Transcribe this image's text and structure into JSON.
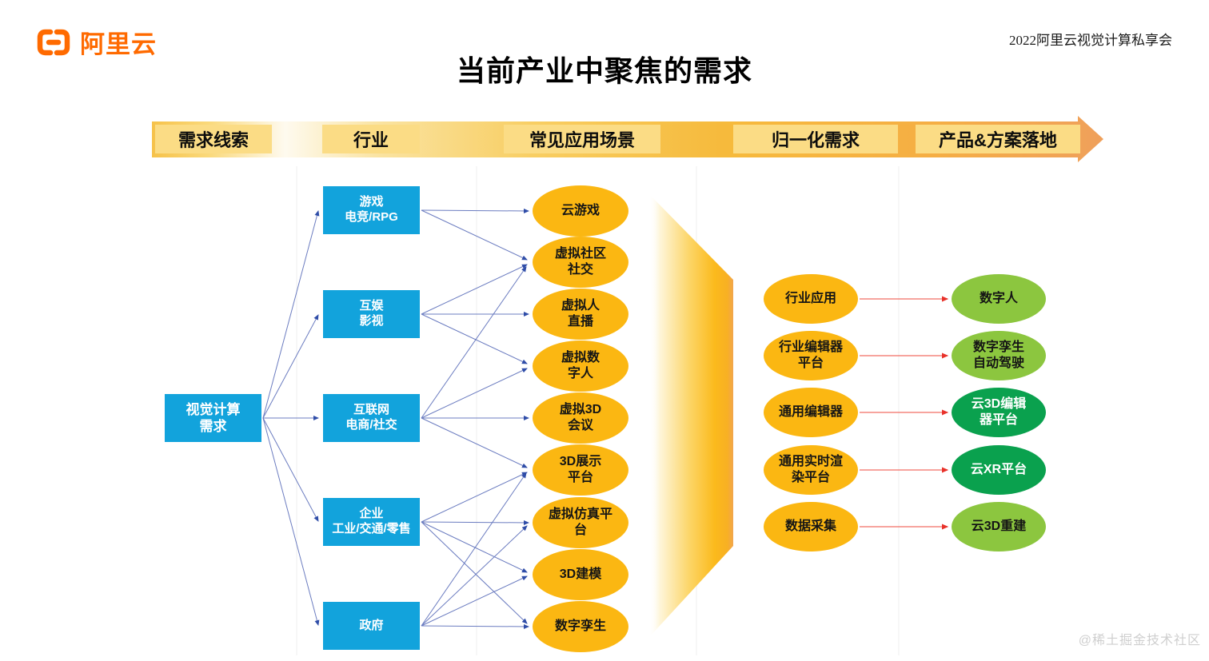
{
  "logo": {
    "brand": "阿里云",
    "icon": "aliyun-bracket-icon"
  },
  "header": {
    "event": "2022阿里云视觉计算私享会",
    "title": "当前产业中聚焦的需求"
  },
  "pipeline": {
    "labels": [
      "需求线索",
      "行业",
      "常见应用场景",
      "归一化需求",
      "产品&方案落地"
    ]
  },
  "root": {
    "label": "视觉计算\n需求"
  },
  "industries": [
    {
      "label": "游戏\n电竞/RPG"
    },
    {
      "label": "互娱\n影视"
    },
    {
      "label": "互联网\n电商/社交"
    },
    {
      "label": "企业\n工业/交通/零售"
    },
    {
      "label": "政府"
    }
  ],
  "applications": [
    {
      "label": "云游戏"
    },
    {
      "label": "虚拟社区\n社交"
    },
    {
      "label": "虚拟人\n直播"
    },
    {
      "label": "虚拟数\n字人"
    },
    {
      "label": "虚拟3D\n会议"
    },
    {
      "label": "3D展示\n平台"
    },
    {
      "label": "虚拟仿真平\n台"
    },
    {
      "label": "3D建模"
    },
    {
      "label": "数字孪生"
    }
  ],
  "normalized_demands": [
    {
      "label": "行业应用"
    },
    {
      "label": "行业编辑器\n平台"
    },
    {
      "label": "通用编辑器"
    },
    {
      "label": "通用实时渲\n染平台"
    },
    {
      "label": "数据采集"
    }
  ],
  "products": [
    {
      "label": "数字人",
      "variant": "light-green"
    },
    {
      "label": "数字孪生\n自动驾驶",
      "variant": "light-green"
    },
    {
      "label": "云3D编辑\n器平台",
      "variant": "dark-green"
    },
    {
      "label": "云XR平台",
      "variant": "dark-green"
    },
    {
      "label": "云3D重建",
      "variant": "light-green"
    }
  ],
  "connections": {
    "root_to_industries": [
      "游戏电竞/RPG",
      "互娱影视",
      "互联网电商/社交",
      "企业工业/交通/零售",
      "政府"
    ],
    "industry_to_application": [
      [
        "游戏电竞/RPG",
        "云游戏"
      ],
      [
        "游戏电竞/RPG",
        "虚拟社区社交"
      ],
      [
        "互娱影视",
        "虚拟社区社交"
      ],
      [
        "互娱影视",
        "虚拟人直播"
      ],
      [
        "互娱影视",
        "虚拟数字人"
      ],
      [
        "互联网电商/社交",
        "虚拟社区社交"
      ],
      [
        "互联网电商/社交",
        "虚拟数字人"
      ],
      [
        "互联网电商/社交",
        "虚拟3D会议"
      ],
      [
        "互联网电商/社交",
        "3D展示平台"
      ],
      [
        "企业工业/交通/零售",
        "3D展示平台"
      ],
      [
        "企业工业/交通/零售",
        "虚拟仿真平台"
      ],
      [
        "企业工业/交通/零售",
        "3D建模"
      ],
      [
        "企业工业/交通/零售",
        "数字孪生"
      ],
      [
        "政府",
        "3D展示平台"
      ],
      [
        "政府",
        "虚拟仿真平台"
      ],
      [
        "政府",
        "3D建模"
      ],
      [
        "政府",
        "数字孪生"
      ]
    ],
    "demand_to_product": [
      [
        "行业应用",
        "数字人"
      ],
      [
        "行业编辑器平台",
        "数字孪生自动驾驶"
      ],
      [
        "通用编辑器",
        "云3D编辑器平台"
      ],
      [
        "通用实时渲染平台",
        "云XR平台"
      ],
      [
        "数据采集",
        "云3D重建"
      ]
    ]
  },
  "watermark": "@稀土掘金技术社区",
  "colors": {
    "brand_orange": "#FF6A00",
    "box_blue": "#12A3DC",
    "ellipse_yellow": "#FBB712",
    "product_light_green": "#8CC63F",
    "product_dark_green": "#0AA14E",
    "connector_blue": "#6B7CC0",
    "connector_red": "#F26D63",
    "band_gold": "#F6BA3C"
  }
}
